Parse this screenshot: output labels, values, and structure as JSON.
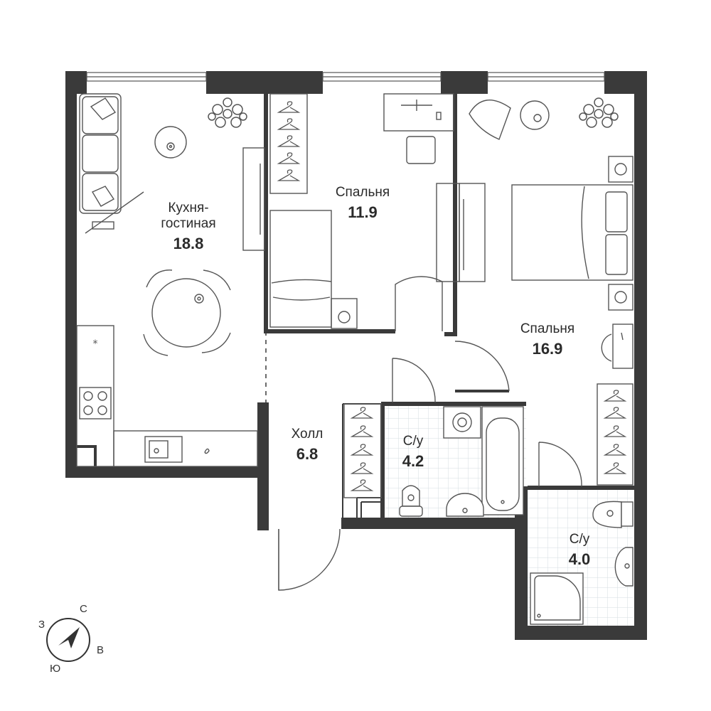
{
  "rooms": {
    "kitchen": {
      "name": "Кухня-\nгостиная",
      "area": "18.8"
    },
    "bedroom_small": {
      "name": "Спальня",
      "area": "11.9"
    },
    "bedroom_large": {
      "name": "Спальня",
      "area": "16.9"
    },
    "hall": {
      "name": "Холл",
      "area": "6.8"
    },
    "bath1": {
      "name": "С/у",
      "area": "4.2"
    },
    "bath2": {
      "name": "С/у",
      "area": "4.0"
    }
  },
  "compass": {
    "north": "С",
    "east": "В",
    "south": "Ю",
    "west": "З"
  },
  "colors": {
    "wall": "#3a3a3a",
    "line": "#555555",
    "tile": "#e8ecef",
    "plant": "#6b6b6b"
  }
}
